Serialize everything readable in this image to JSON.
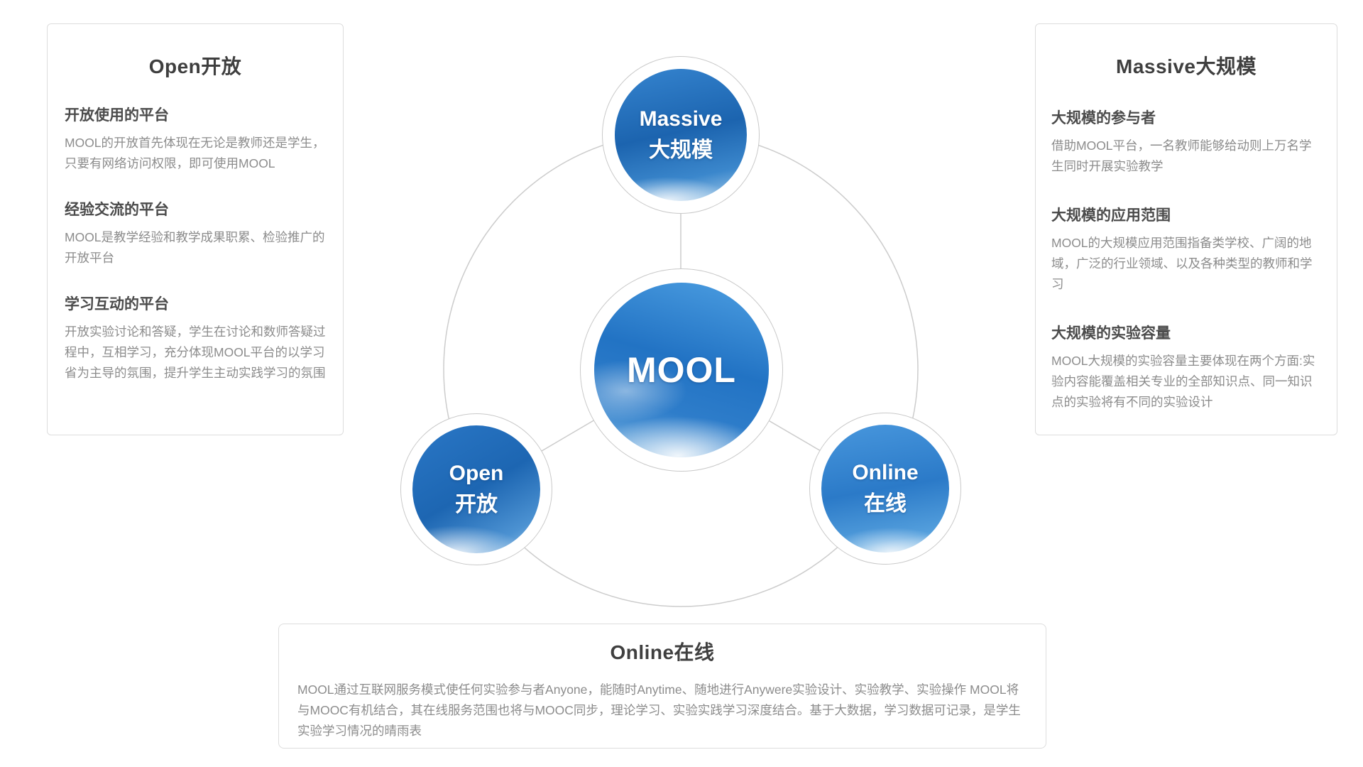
{
  "left_panel": {
    "title": "Open开放",
    "sections": [
      {
        "heading": "开放使用的平台",
        "body": "MOOL的开放首先体现在无论是教师还是学生，只要有网络访问权限，即可使用MOOL"
      },
      {
        "heading": "经验交流的平台",
        "body": "MOOL是教学经验和教学成果职累、检验推广的开放平台"
      },
      {
        "heading": "学习互动的平台",
        "body": "开放实验讨论和答疑，学生在讨论和数师答疑过程中，互相学习，充分体现MOOL平台的以学习省为主导的氛围，提升学生主动实践学习的氛围"
      }
    ]
  },
  "right_panel": {
    "title": "Massive大规模",
    "sections": [
      {
        "heading": "大规模的参与者",
        "body": "借助MOOL平台，一名教师能够给动则上万名学生同时开展实验教学"
      },
      {
        "heading": "大规模的应用范围",
        "body": "MOOL的大规模应用范围指备类学校、广阔的地域，广泛的行业领域、以及各种类型的教师和学习"
      },
      {
        "heading": "大规模的实验容量",
        "body": "MOOL大规模的实验容量主要体现在两个方面:实验内容能覆盖相关专业的全部知识点、同一知识点的实验将有不同的实验设计"
      }
    ]
  },
  "bottom_panel": {
    "title": "Online在线",
    "body": "MOOL通过互联网服务模式使任何实验参与者Anyone，能随时Anytime、随地进行Anywere实验设计、实验教学、实验操作 MOOL将与MOOC有机结合，其在线服务范围也将与MOOC同步，理论学习、实验实践学习深度结合。基于大数据，学习数据可记录，是学生实验学习情况的晴雨表"
  },
  "diagram": {
    "center_label": "MOOL",
    "nodes": {
      "massive": {
        "line1": "Massive",
        "line2": "大规模"
      },
      "open": {
        "line1": "Open",
        "line2": "开放"
      },
      "online": {
        "line1": "Online",
        "line2": "在线"
      }
    },
    "colors": {
      "ring_gray": "#cccccc",
      "blue_dark": "#1d66b2",
      "blue_light": "#4d9fe2"
    }
  }
}
